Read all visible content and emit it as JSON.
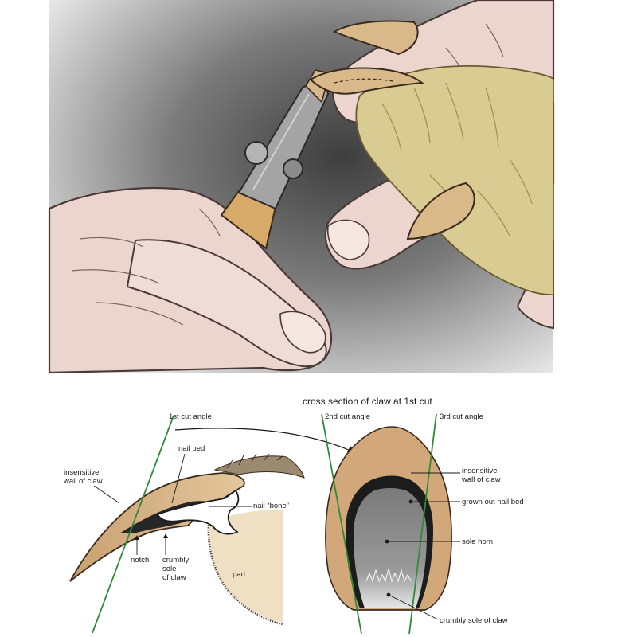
{
  "top_illustration": {
    "subject": "hands trimming an animal claw with nail clippers",
    "colors": {
      "skin": "#ecd5cf",
      "skin_outline": "#4a3a36",
      "fur": "#d9cc93",
      "claw": "#d9b98a",
      "clipper_handle": "#d8aa6a",
      "clipper_metal": "#9a9a9a",
      "background_dark": "#6f6f6f",
      "background_light": "#ececec"
    }
  },
  "side_view": {
    "labels": {
      "cut1": "1st cut angle",
      "wall_line1": "insensitive",
      "wall_line2": "wall of claw",
      "nail_bed": "nail bed",
      "nail_bone": "nail “bone”",
      "notch": "notch",
      "crumbly_line1": "crumbly",
      "crumbly_line2": "sole",
      "crumbly_line3": "of claw",
      "pad": "pad"
    }
  },
  "cross_section": {
    "title": "cross section of claw at 1st cut",
    "labels": {
      "cut2": "2nd cut angle",
      "cut3": "3rd cut angle",
      "wall_line1": "insensitive",
      "wall_line2": "wall of claw",
      "grown_bed": "grown out nail bed",
      "sole_horn": "sole horn",
      "crumbly_sole": "crumbly sole of claw"
    }
  },
  "colors": {
    "claw_tan": "#d2a87a",
    "claw_outline": "#3a2a1e",
    "cut_line": "#2f8a3a",
    "nail_bed_dark": "#1c1c1c",
    "sole_gray": "#8c8c8c",
    "pad_tan": "#e6cfaa"
  }
}
